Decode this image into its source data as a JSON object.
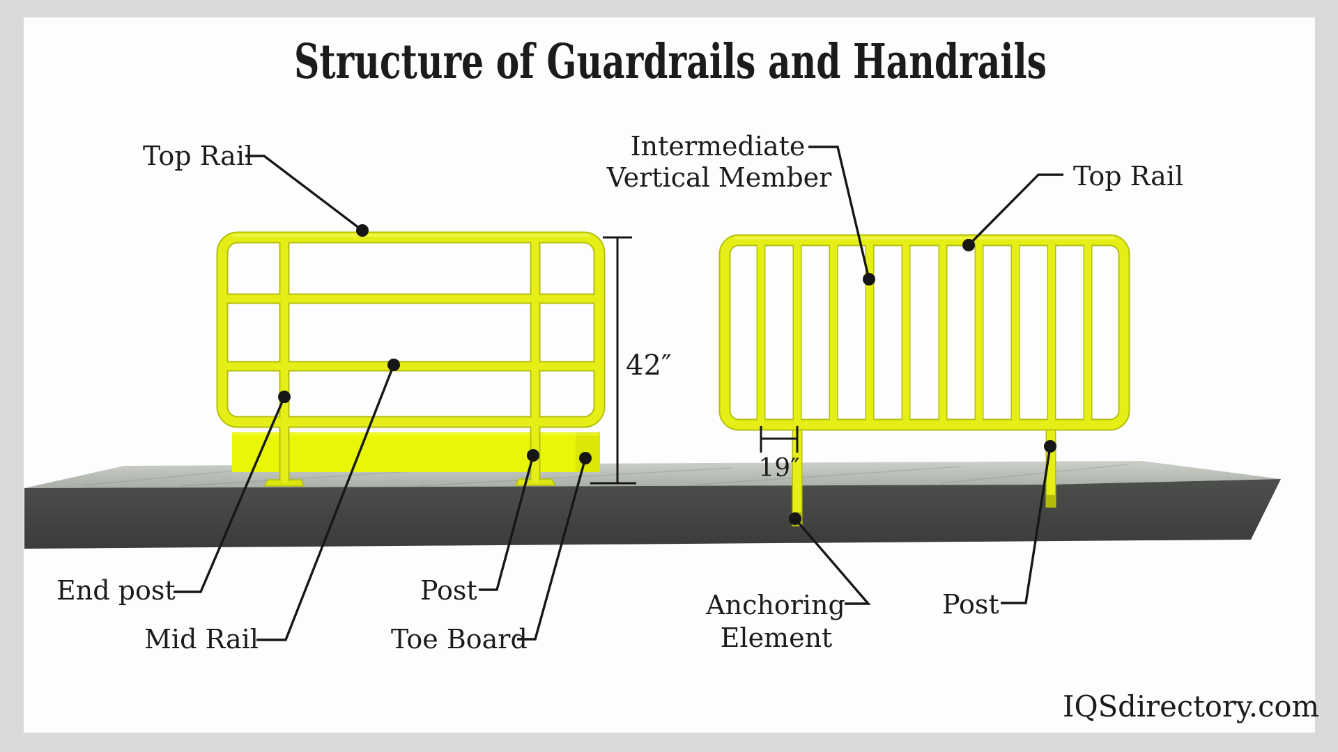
{
  "title": "Structure of Guardrails and Handrails",
  "watermark": "IQSdirectory.com",
  "labels": {
    "top_rail_left": "Top Rail",
    "intermediate_line1": "Intermediate",
    "intermediate_line2": "Vertical Member",
    "top_rail_right": "Top Rail",
    "end_post": "End post",
    "mid_rail": "Mid Rail",
    "post_left": "Post",
    "toe_board": "Toe Board",
    "anchoring_line1": "Anchoring",
    "anchoring_line2": "Element",
    "post_right": "Post"
  },
  "dimensions": {
    "guardrail_height": "42″",
    "post_spacing": "19″"
  },
  "colors": {
    "rail_yellow": "#e5ef17",
    "rail_shadow": "#b4bf0a",
    "toe_board_yellow": "#e9f608",
    "platform_top": "#bfc3bc",
    "platform_front_dark": "#454745",
    "ink": "#1b1b1b",
    "page_background": "#fdfdfe",
    "outer_frame": "#d9d9d9"
  }
}
